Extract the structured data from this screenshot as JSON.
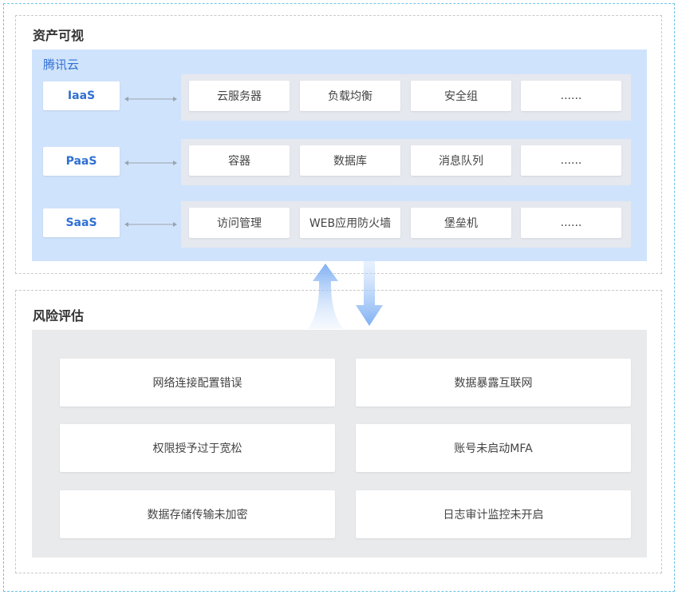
{
  "asset_section": {
    "title": "资产可视",
    "cloud": {
      "title": "腾讯云",
      "layers": [
        {
          "tag": "IaaS",
          "items": [
            "云服务器",
            "负载均衡",
            "安全组",
            "......"
          ]
        },
        {
          "tag": "PaaS",
          "items": [
            "容器",
            "数据库",
            "消息队列",
            "......"
          ]
        },
        {
          "tag": "SaaS",
          "items": [
            "访问管理",
            "WEB应用防火墙",
            "堡垒机",
            "......"
          ]
        }
      ]
    }
  },
  "risk_section": {
    "title": "风险评估",
    "items": [
      "网络连接配置错误",
      "数据暴露互联网",
      "权限授予过于宽松",
      "账号未启动MFA",
      "数据存储传输未加密",
      "日志审计监控未开启"
    ]
  },
  "colors": {
    "accent_blue": "#2f6fd3",
    "cloud_panel": "#d0e3fc",
    "tray_gray": "#e5e8ee",
    "risk_panel": "#e9eaec",
    "outer_border": "#6cc3e6",
    "arrow_blue": "#8ab8f5"
  }
}
